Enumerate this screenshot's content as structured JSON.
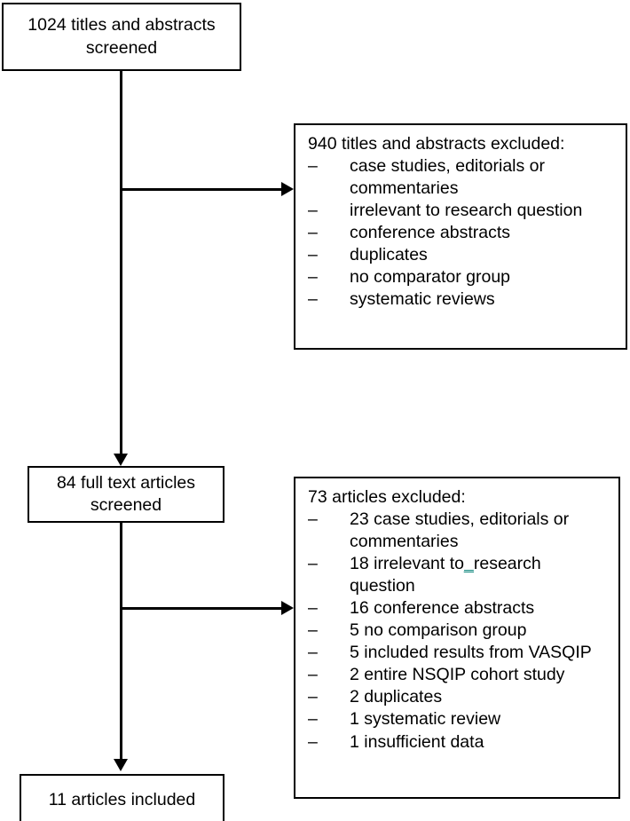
{
  "diagram": {
    "type": "prisma-flow-diagram",
    "nodes": {
      "screened_titles": {
        "label": "1024 titles and abstracts screened",
        "count": "1024"
      },
      "excluded_titles": {
        "heading": "940 titles and abstracts excluded:",
        "count": "940",
        "dash": "–",
        "items": [
          "case studies, editorials or commentaries",
          "irrelevant to research question",
          "conference abstracts",
          "duplicates",
          "no comparator group",
          "systematic reviews"
        ]
      },
      "screened_fulltext": {
        "label": "84 full text articles screened",
        "count": "84"
      },
      "excluded_fulltext": {
        "heading": "73 articles excluded:",
        "count": "73",
        "dash": "–",
        "items": [
          "23 case studies, editorials or commentaries",
          "18 irrelevant to research question",
          "16 conference abstracts",
          "5 no comparison group",
          "5 included results from VASQIP",
          "2 entire NSQIP cohort study",
          "2 duplicates",
          "1 systematic review",
          "1 insufficient data"
        ],
        "item_2_parts": {
          "before": "18 irrelevant to",
          "artifact": "_",
          "after": "research question"
        }
      },
      "included": {
        "label": "11 articles included",
        "count": "11"
      }
    },
    "colors": {
      "stroke": "#000000",
      "fill": "#ffffff",
      "text": "#000000",
      "artifact": "#1f8f86"
    }
  }
}
